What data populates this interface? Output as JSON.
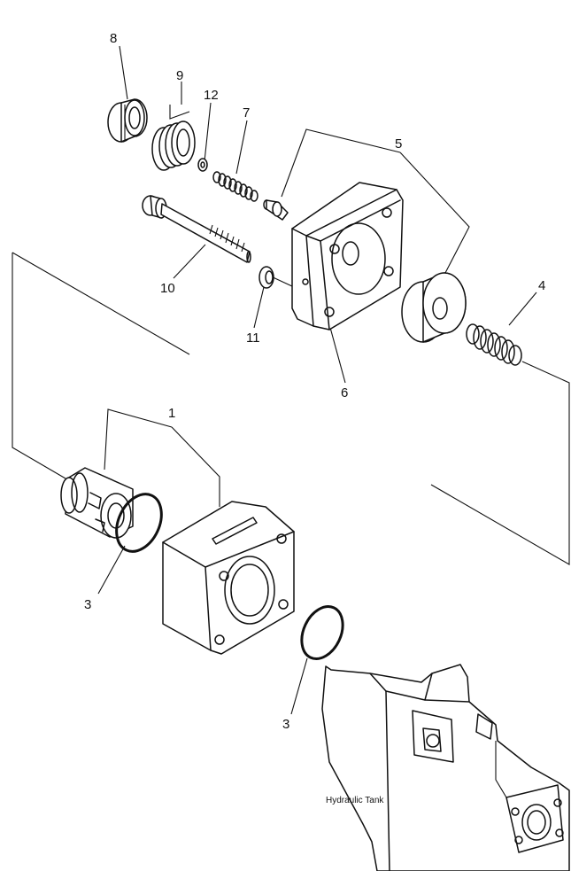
{
  "callouts": [
    "1",
    "3",
    "3",
    "4",
    "5",
    "6",
    "7",
    "8",
    "9",
    "10",
    "11",
    "12"
  ],
  "caption": "Hydraulic Tank"
}
